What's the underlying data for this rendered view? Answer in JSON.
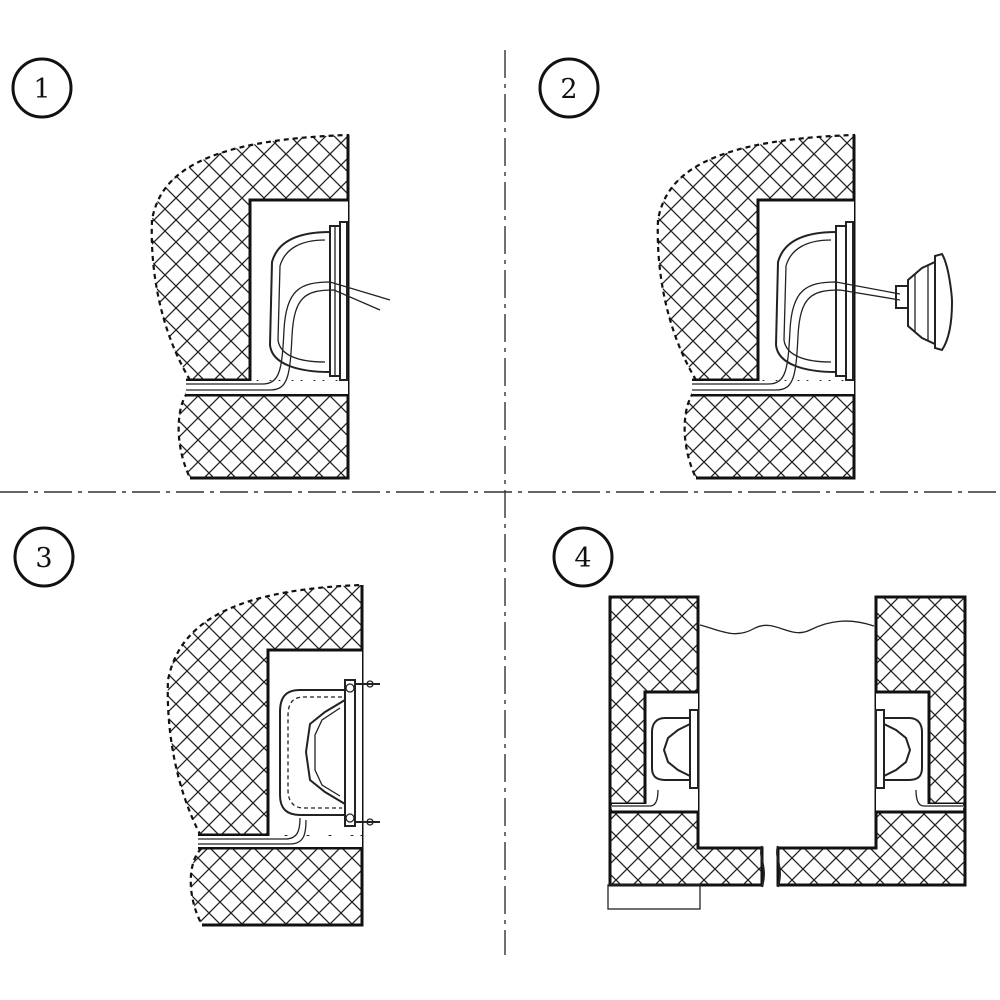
{
  "steps": [
    {
      "number": "1"
    },
    {
      "number": "2"
    },
    {
      "number": "3"
    },
    {
      "number": "4"
    }
  ],
  "colors": {
    "line": "#111111",
    "background": "#ffffff"
  }
}
